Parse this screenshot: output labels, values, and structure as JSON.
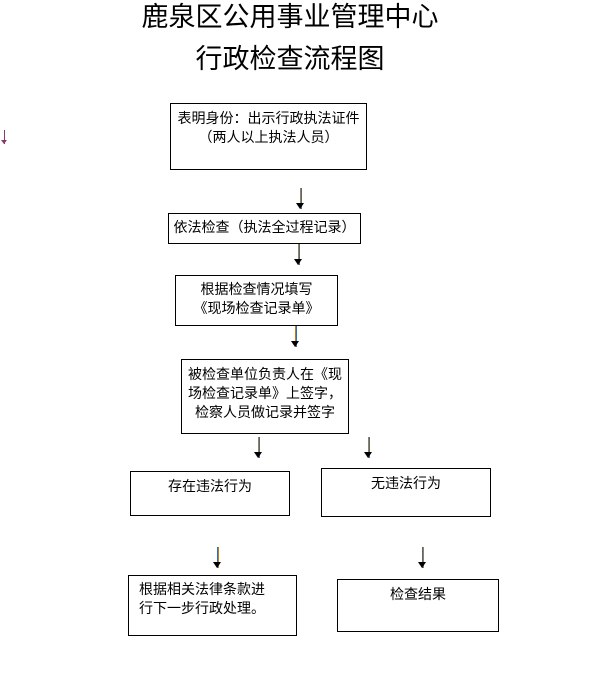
{
  "title": {
    "line1": "鹿泉区公用事业管理中心",
    "line2": "行政检查流程图"
  },
  "steps": [
    {
      "line1": "表明身份：出示行政执法证件",
      "line2": "（两人以上执法人员）"
    },
    {
      "line1": "依法检查（执法全过程记录）"
    },
    {
      "line1": "根据检查情况填写",
      "line2": "《现场检查记录单》"
    },
    {
      "line1": "被检查单位负责人在《现",
      "line2": "场检查记录单》上签字，",
      "line3": "检察人员做记录并签字"
    }
  ],
  "branches": {
    "violation": {
      "label": "存在违法行为",
      "next_line1": "根据相关法律条款进",
      "next_line2": "行下一步行政处理。"
    },
    "no_violation": {
      "label": "无违法行为",
      "next": "检查结果"
    }
  },
  "colors": {
    "arrow_line": "#c07a18",
    "arrow_line_alt": "#2d6fb8",
    "border": "#000000"
  }
}
